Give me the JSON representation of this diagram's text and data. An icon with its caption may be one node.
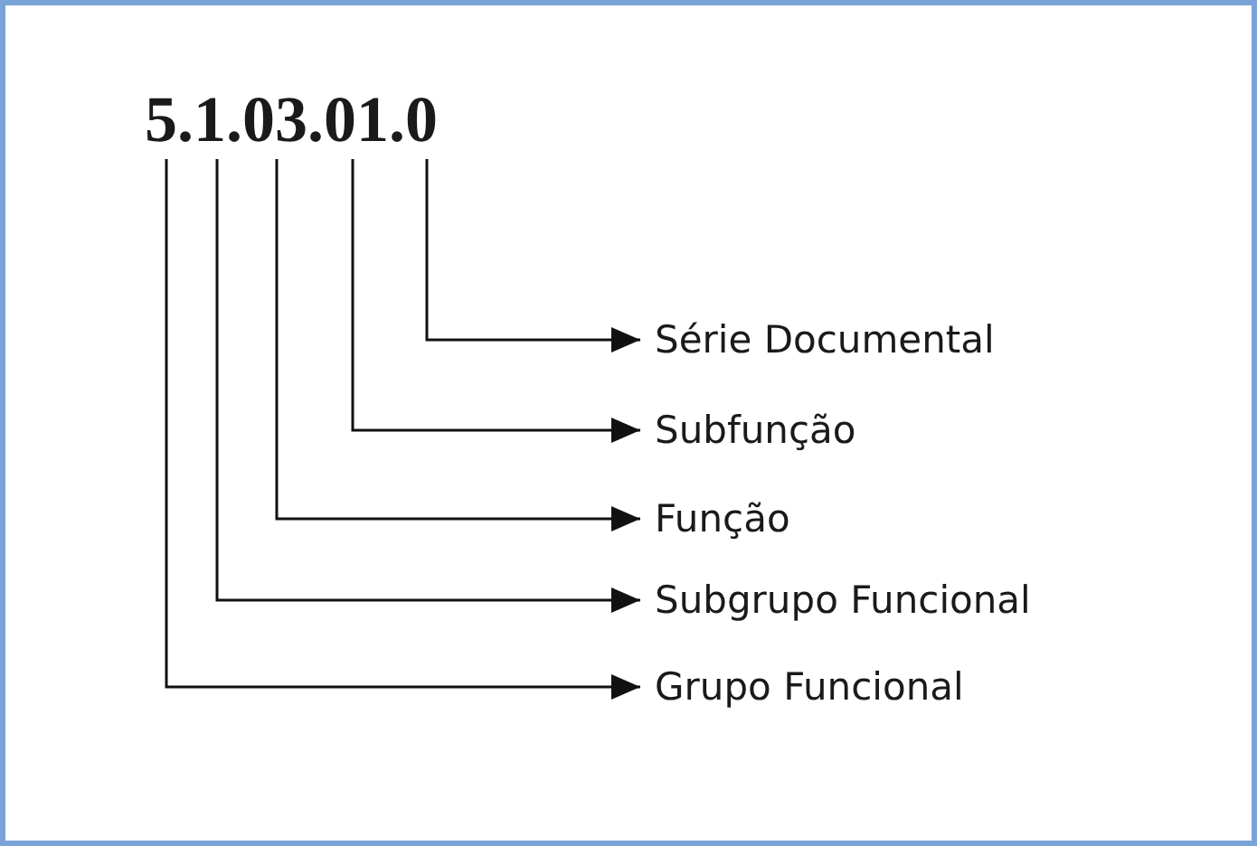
{
  "diagram": {
    "nodes": [
      {
        "text": [
          "5.1.03.01.0"
        ]
      },
      {
        "text": [
          "Série Documental"
        ]
      },
      {
        "text": [
          "Subfunção"
        ]
      },
      {
        "text": [
          "Função"
        ]
      },
      {
        "text": [
          "Subgrupo Funcional"
        ]
      },
      {
        "text": [
          "Grupo Funcional"
        ]
      }
    ],
    "edges": [
      {
        "from": 0,
        "to": 1,
        "arrow": "to"
      },
      {
        "from": 0,
        "to": 2,
        "arrow": "to"
      },
      {
        "from": 0,
        "to": 3,
        "arrow": "to"
      },
      {
        "from": 0,
        "to": 4,
        "arrow": "to"
      },
      {
        "from": 0,
        "to": 5,
        "arrow": "to"
      }
    ]
  }
}
